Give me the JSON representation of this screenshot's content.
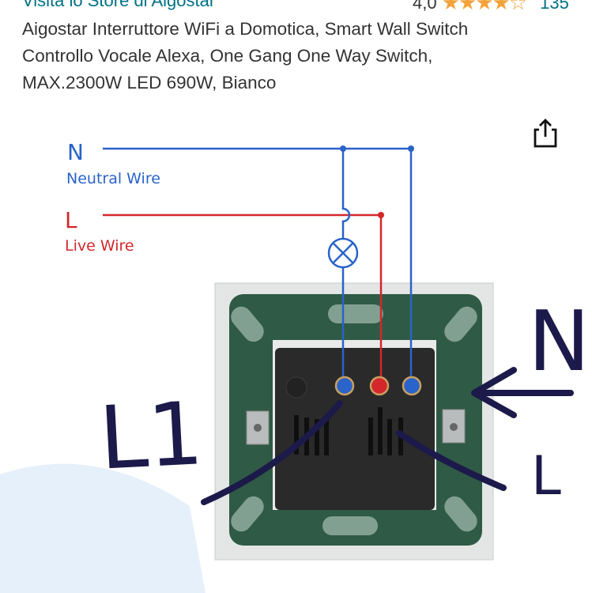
{
  "header": {
    "store_link": "Visita lo Store di Aigostar",
    "rating_value": "4,0",
    "rating_stars": "★★★★☆",
    "rating_fraction": 0.8,
    "review_count": "135"
  },
  "product": {
    "title_lines": [
      "Aigostar Interruttore WiFi a Domotica, Smart Wall Switch",
      "Controllo Vocale Alexa, One Gang One Way Switch,",
      "MAX.2300W LED 690W, Bianco"
    ]
  },
  "image": {
    "neutral_letter": "N",
    "neutral_label": "Neutral Wire",
    "live_letter": "L",
    "live_label": "Live Wire",
    "handwriting": {
      "left": "L1",
      "right_top": "N",
      "right_bottom": "L"
    },
    "colors": {
      "neutral": "#2a63c9",
      "live": "#d3272b",
      "frame": "#2f5a45",
      "ink": "#1c1a4a"
    }
  },
  "actions": {
    "share_icon": "share-icon"
  }
}
